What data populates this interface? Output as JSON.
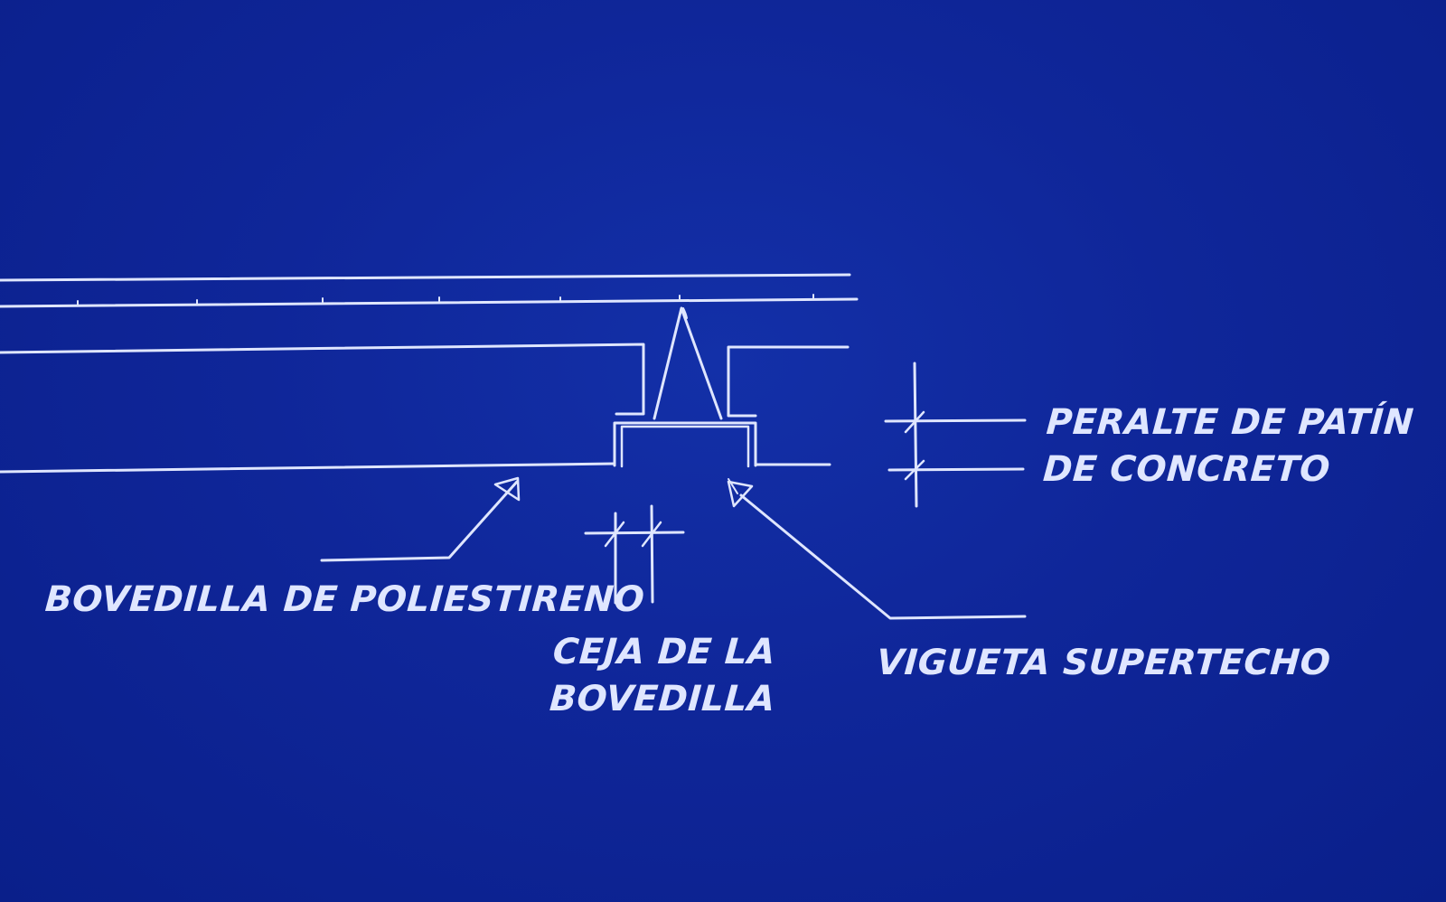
{
  "colors": {
    "background": "#0c2396",
    "ink": "#dfe6ff"
  },
  "labels": {
    "bovedilla_poliestireno": "BOVEDILLA DE POLIESTIRENO",
    "ceja_line1": "CEJA DE LA",
    "ceja_line2": "BOVEDILLA",
    "vigueta": "VIGUETA SUPERTECHO",
    "peralte_line1": "PERALTE DE PATÍN",
    "peralte_line2": "DE CONCRETO"
  }
}
